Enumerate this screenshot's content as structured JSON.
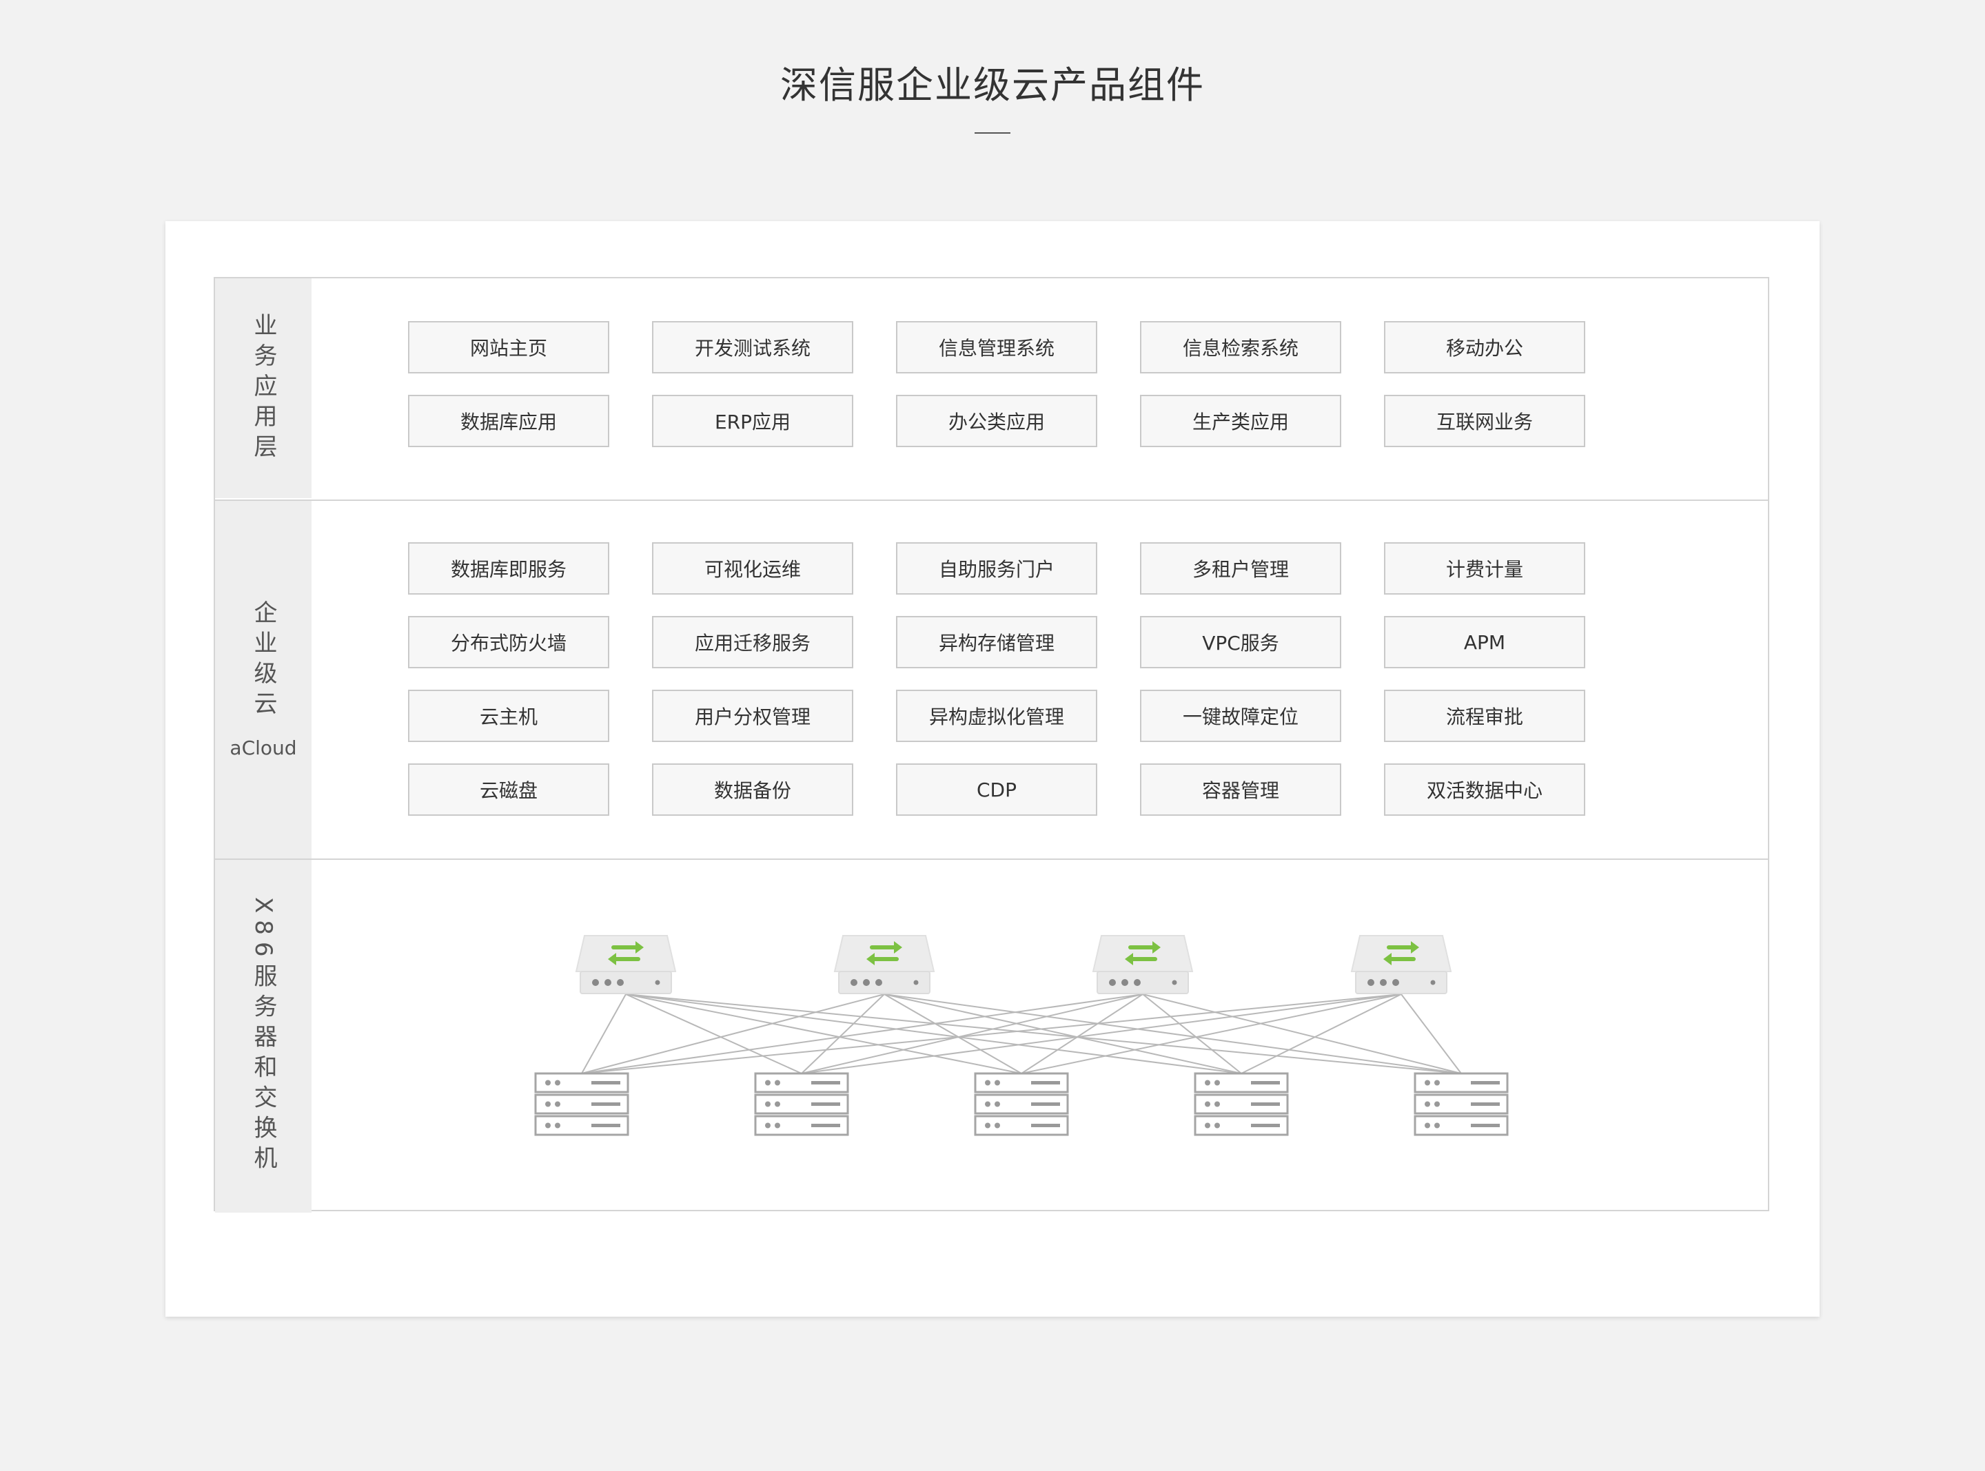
{
  "title": "深信服企业级云产品组件",
  "layers": {
    "business": {
      "label": "业务应用层",
      "items": [
        "网站主页",
        "开发测试系统",
        "信息管理系统",
        "信息检索系统",
        "移动办公",
        "数据库应用",
        "ERP应用",
        "办公类应用",
        "生产类应用",
        "互联网业务"
      ]
    },
    "cloud": {
      "label": "企业级云",
      "sublabel": "aCloud",
      "items": [
        "数据库即服务",
        "可视化运维",
        "自助服务门户",
        "多租户管理",
        "计费计量",
        "分布式防火墙",
        "应用迁移服务",
        "异构存储管理",
        "VPC服务",
        "APM",
        "云主机",
        "用户分权管理",
        "异构虚拟化管理",
        "一键故障定位",
        "流程审批",
        "云磁盘",
        "数据备份",
        "CDP",
        "容器管理",
        "双活数据中心"
      ]
    },
    "hardware": {
      "label": "X86服务器和交换机",
      "switches": 4,
      "servers": 5
    }
  },
  "colors": {
    "accent_green": "#7cc142",
    "background": "#f2f2f2",
    "border": "#d4d4d4",
    "line": "#b8b8b8"
  },
  "icons": {
    "switch": "network-switch-icon",
    "server": "server-rack-icon"
  }
}
